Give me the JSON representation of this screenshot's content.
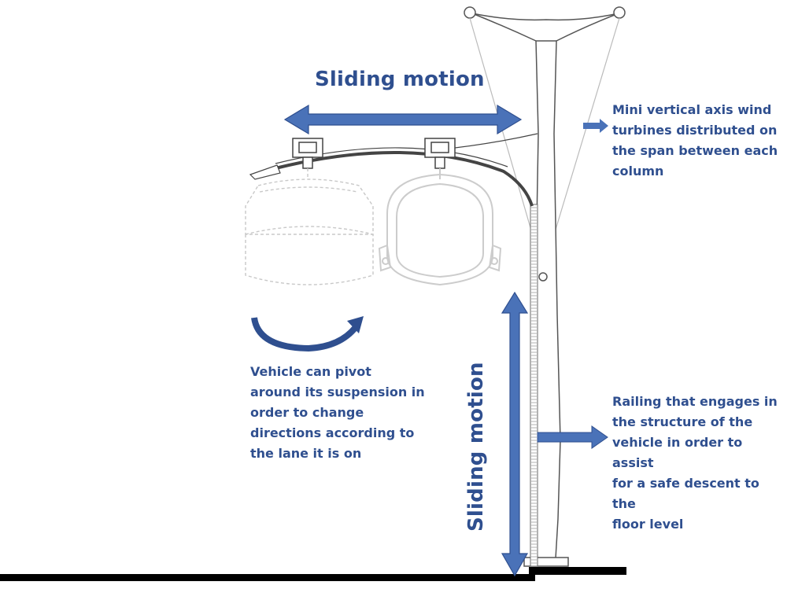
{
  "labels": {
    "sliding_horizontal": "Sliding motion",
    "sliding_vertical": "Sliding motion",
    "turbines_note": "Mini vertical axis wind\nturbines distributed on\nthe span between each\ncolumn",
    "pivot_note": "Vehicle can pivot\naround its suspension in\norder to change\ndirections according to\nthe lane it is on",
    "railing_note": "Railing that engages in\nthe structure of the\nvehicle in order to assist\nfor a safe descent to the\nfloor level"
  },
  "colors": {
    "accent": "#4a72b8",
    "accent_dark": "#2f4f8f",
    "text": "#2f4f8f",
    "structure": "#555555",
    "faded": "#c9c9c9",
    "ground": "#000000"
  }
}
